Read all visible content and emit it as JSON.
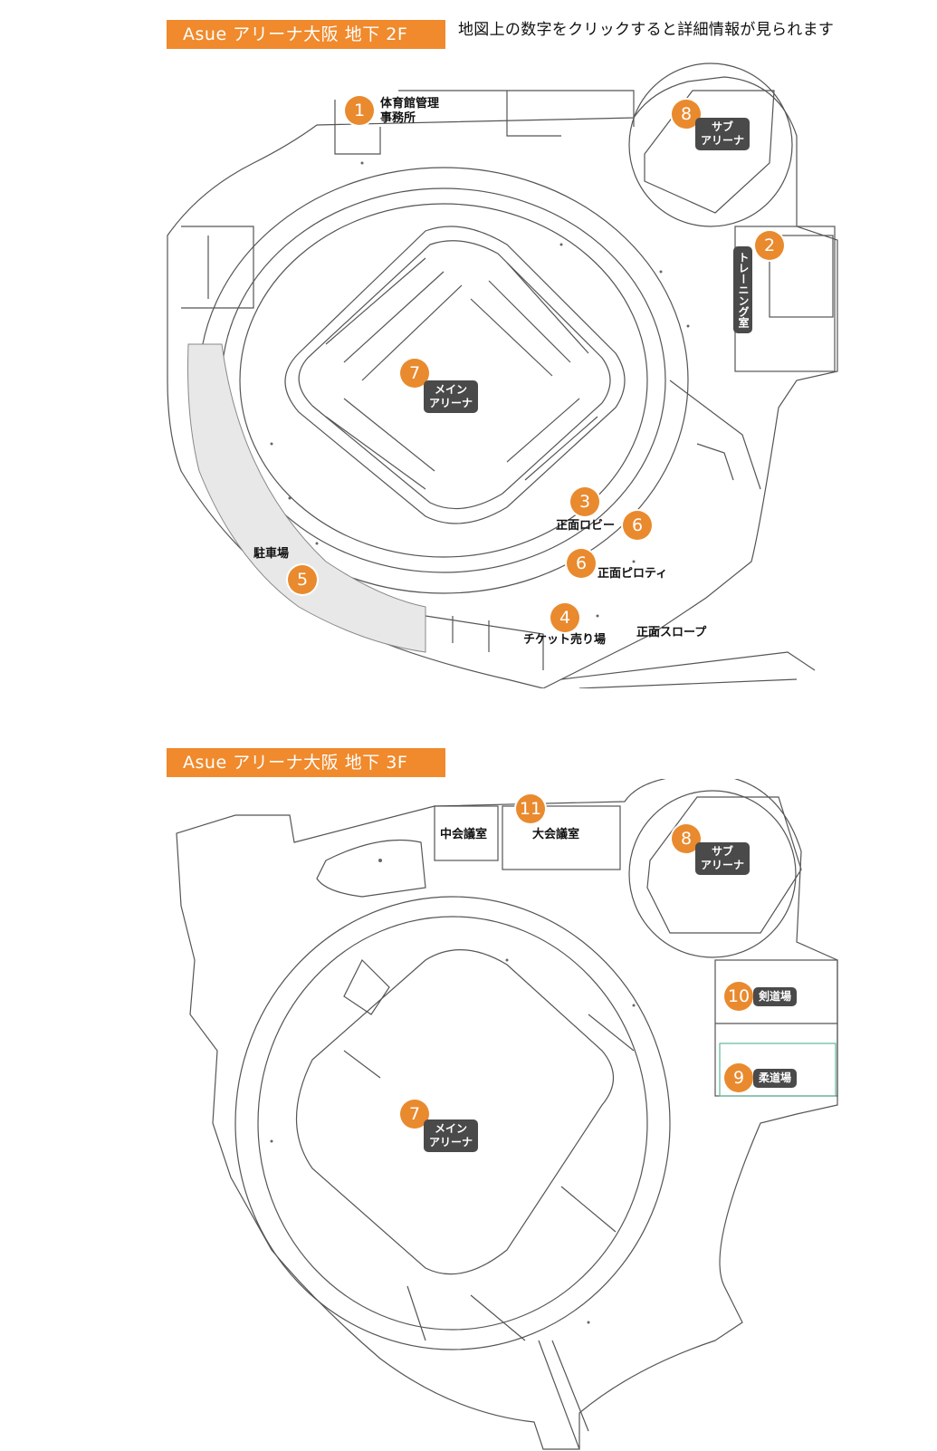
{
  "floors": [
    {
      "title": "Asue アリーナ大阪 地下 2F"
    },
    {
      "title": "Asue アリーナ大阪 地下 3F"
    }
  ],
  "instruction": "地図上の数字をクリックすると詳細情報が見られます",
  "floor_b2": {
    "markers": [
      "1",
      "8",
      "2",
      "7",
      "3",
      "6",
      "6",
      "5",
      "4"
    ],
    "labels": {
      "gym_office_1": "体育館管理",
      "gym_office_2": "事務所",
      "sub_arena_1": "サブ",
      "sub_arena_2": "アリーナ",
      "training": "トレーニング室",
      "main_arena_1": "メイン",
      "main_arena_2": "アリーナ",
      "front_lobby": "正面ロビー",
      "front_piloti": "正面ピロティ",
      "parking": "駐車場",
      "ticket": "チケット売り場",
      "slope": "正面スロープ"
    }
  },
  "floor_b3": {
    "markers": [
      "11",
      "8",
      "10",
      "9",
      "7"
    ],
    "labels": {
      "mid_conf": "中会議室",
      "large_conf": "大会議室",
      "sub_arena_1": "サブ",
      "sub_arena_2": "アリーナ",
      "kendo": "剣道場",
      "judo": "柔道場",
      "main_arena_1": "メイン",
      "main_arena_2": "アリーナ"
    }
  },
  "colors": {
    "accent": "#f08a2c",
    "marker": "#e98a2e",
    "tag": "#4a4a4a",
    "parking": "#e8e8e8"
  }
}
